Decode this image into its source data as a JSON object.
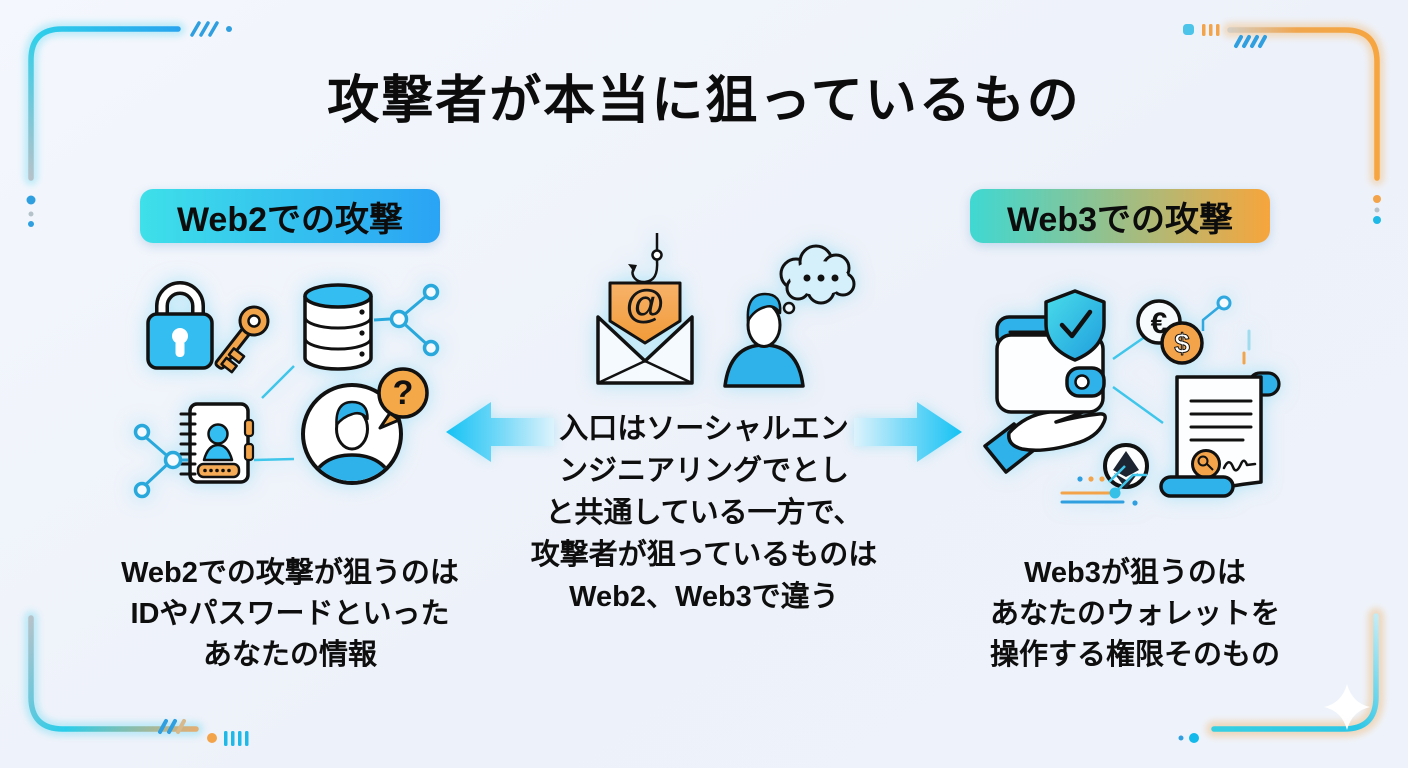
{
  "title": "攻撃者が本当に狙っているもの",
  "web2_section": {
    "badge_label": "Web2での攻撃",
    "description_lines": [
      "Web2での攻撃が狙うのは",
      "IDやパスワードといった",
      "あなたの情報"
    ]
  },
  "web3_section": {
    "badge_label": "Web3での攻撃",
    "description_lines": [
      "Web3が狙うのは",
      "あなたのウォレットを",
      "操作する権限そのもの"
    ]
  },
  "center_section": {
    "description_lines": [
      "入口はソーシャルエン",
      "ンジニアリングでとし",
      "と共通している一方で、",
      "攻撃者が狙っているものは",
      "Web2、Web3で違う"
    ]
  },
  "symbols": {
    "at_sign": "@",
    "question_mark": "?",
    "euro_sign": "€",
    "dollar_sign": "$"
  },
  "colors": {
    "background": "#eef2f9",
    "accent_cyan": "#2fc2ea",
    "accent_blue": "#2f9fe8",
    "accent_orange": "#f6a53f",
    "text": "#0e0e0e",
    "badge_web2_gradient": [
      "#3ee0e9",
      "#2aa3f4"
    ],
    "badge_web3_gradient": [
      "#3fd8d2",
      "#f7a53c"
    ]
  }
}
